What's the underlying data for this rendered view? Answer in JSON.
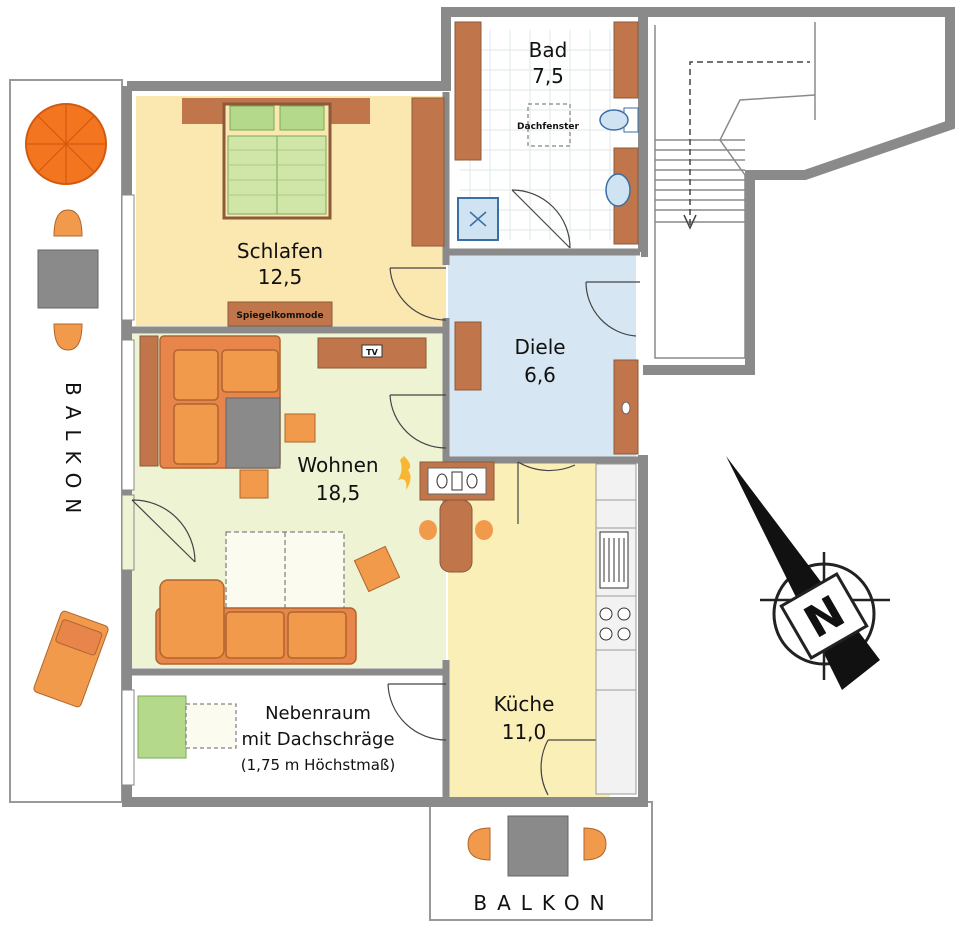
{
  "rooms": {
    "bad": {
      "name": "Bad",
      "area": "7,5",
      "feature": "Dachfenster"
    },
    "schlafen": {
      "name": "Schlafen",
      "area": "12,5",
      "furniture": "Spiegelkommode"
    },
    "diele": {
      "name": "Diele",
      "area": "6,6"
    },
    "wohnen": {
      "name": "Wohnen",
      "area": "18,5",
      "tv": "TV"
    },
    "kueche": {
      "name": "Küche",
      "area": "11,0"
    },
    "nebenraum": {
      "name_line1": "Nebenraum",
      "name_line2": "mit Dachschräge",
      "note": "(1,75 m Höchstmaß)"
    }
  },
  "balconies": {
    "left": "BALKON",
    "bottom": "BALKON"
  },
  "compass": {
    "label": "N"
  },
  "colors": {
    "wall": "#8a8a8a",
    "schlafen": "#fbe7b0",
    "wohnen": "#eef3d3",
    "diele": "#d6e6f2",
    "kueche": "#fbefb8",
    "furniture_orange": "#f29a4c",
    "wood": "#c0764a",
    "bed_green": "#b5d98a"
  }
}
